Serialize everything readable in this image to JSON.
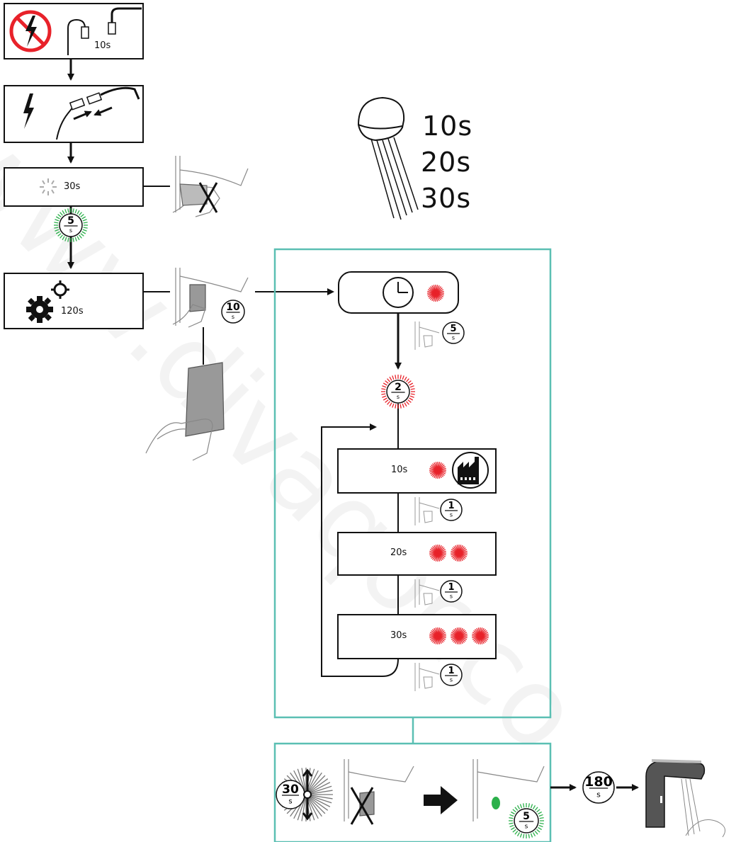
{
  "steps": {
    "power_off": {
      "time": "10s"
    },
    "init": {
      "time": "30s"
    },
    "settings": {
      "time": "120s"
    }
  },
  "badges": {
    "init_wait": {
      "num": "5",
      "unit": "s"
    },
    "settings_hold": {
      "num": "10",
      "unit": "s"
    },
    "clock_hold": {
      "num": "5",
      "unit": "s"
    },
    "enter_menu": {
      "num": "2",
      "unit": "s"
    },
    "opt1_hold": {
      "num": "1",
      "unit": "s"
    },
    "opt2_hold": {
      "num": "1",
      "unit": "s"
    },
    "opt3_hold": {
      "num": "1",
      "unit": "s"
    },
    "confirm_wait": {
      "num": "30",
      "unit": "s"
    },
    "confirm_led": {
      "num": "5",
      "unit": "s"
    },
    "final_wait": {
      "num": "180",
      "unit": "s"
    }
  },
  "rinse_times": [
    "10s",
    "20s",
    "30s"
  ],
  "options": [
    {
      "label": "10s",
      "blinks": 1,
      "factory": true
    },
    {
      "label": "20s",
      "blinks": 2,
      "factory": false
    },
    {
      "label": "30s",
      "blinks": 3,
      "factory": false
    }
  ],
  "watermark": "www.divaqor.co",
  "colors": {
    "teal": "#5bbfb3",
    "red": "#e8222a",
    "green": "#2bb04a",
    "ink": "#111111"
  }
}
